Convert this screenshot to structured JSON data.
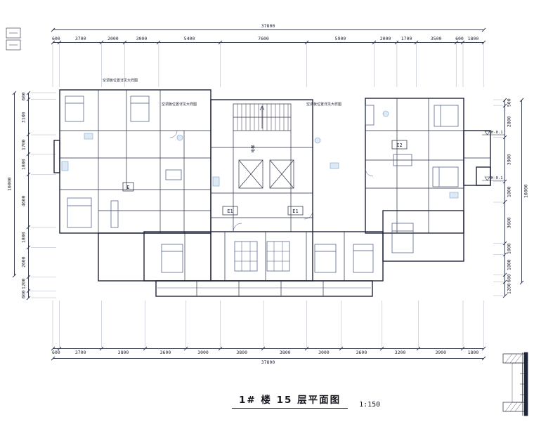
{
  "doc": {
    "title": "1# 楼 15 层平面图",
    "scale": "1:150"
  },
  "dims": {
    "top_total": "37800",
    "bottom_total": "37800",
    "left_total": "16000",
    "right_total": "16000",
    "top_segments": [
      "600",
      "3700",
      "2000",
      "3000",
      "5400",
      "7600",
      "5900",
      "2000",
      "1700",
      "3500",
      "600",
      "1800"
    ],
    "bottom_segments": [
      "600",
      "3700",
      "3800",
      "3600",
      "3000",
      "3800",
      "3800",
      "3000",
      "3600",
      "3200",
      "3900",
      "1800"
    ],
    "left_segments": [
      "600",
      "3100",
      "1700",
      "1800",
      "4600",
      "1800",
      "2600",
      "1200",
      "600"
    ],
    "right_segments": [
      "500",
      "2800",
      "3900",
      "1800",
      "3600",
      "1000",
      "1800",
      "600",
      "1200"
    ]
  },
  "plan": {
    "unit_e": "E",
    "unit_e1_left": "E1",
    "unit_e1_right": "E1",
    "unit_e2": "E2",
    "elevator": "电梯",
    "level_mark_upper": "H-0.1",
    "level_mark_lower": "H-0.1",
    "red_note_1": "空调板位置详见大样图",
    "red_note_2": "空调板位置详见大样图",
    "red_note_3": "空调板位置详见大样图"
  }
}
